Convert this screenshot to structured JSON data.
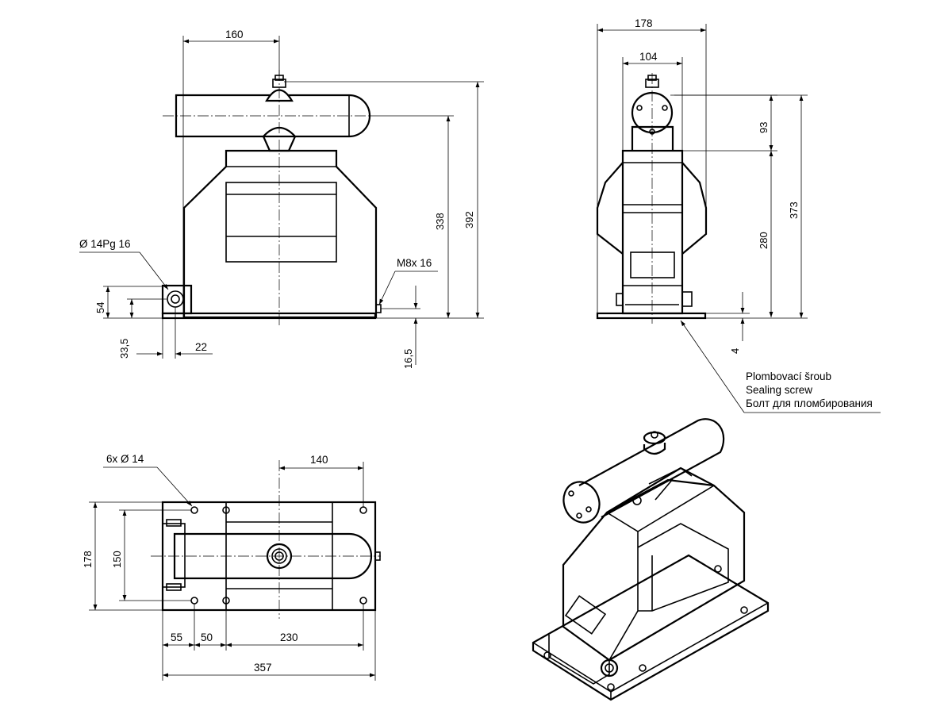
{
  "front_view": {
    "dim_width_top": "160",
    "dim_height_center": "338",
    "dim_height_total": "392",
    "callout_conduit": "Ø 14Pg 16",
    "callout_thread": "M8x 16",
    "dim_left_54": "54",
    "dim_left_33": "33,5",
    "dim_bottom_22": "22",
    "dim_bottom_16": "16,5"
  },
  "side_view": {
    "dim_width_total": "178",
    "dim_width_inner": "104",
    "dim_h_93": "93",
    "dim_h_280": "280",
    "dim_h_373": "373",
    "dim_h_4": "4",
    "sealing_label_cz": "Plombovací šroub",
    "sealing_label_en": "Sealing screw",
    "sealing_label_ru": "Болт для пломбирования"
  },
  "top_view": {
    "callout_holes": "6x    Ø 14",
    "dim_140": "140",
    "dim_178": "178",
    "dim_150": "150",
    "dim_55": "55",
    "dim_50": "50",
    "dim_230": "230",
    "dim_357": "357"
  }
}
